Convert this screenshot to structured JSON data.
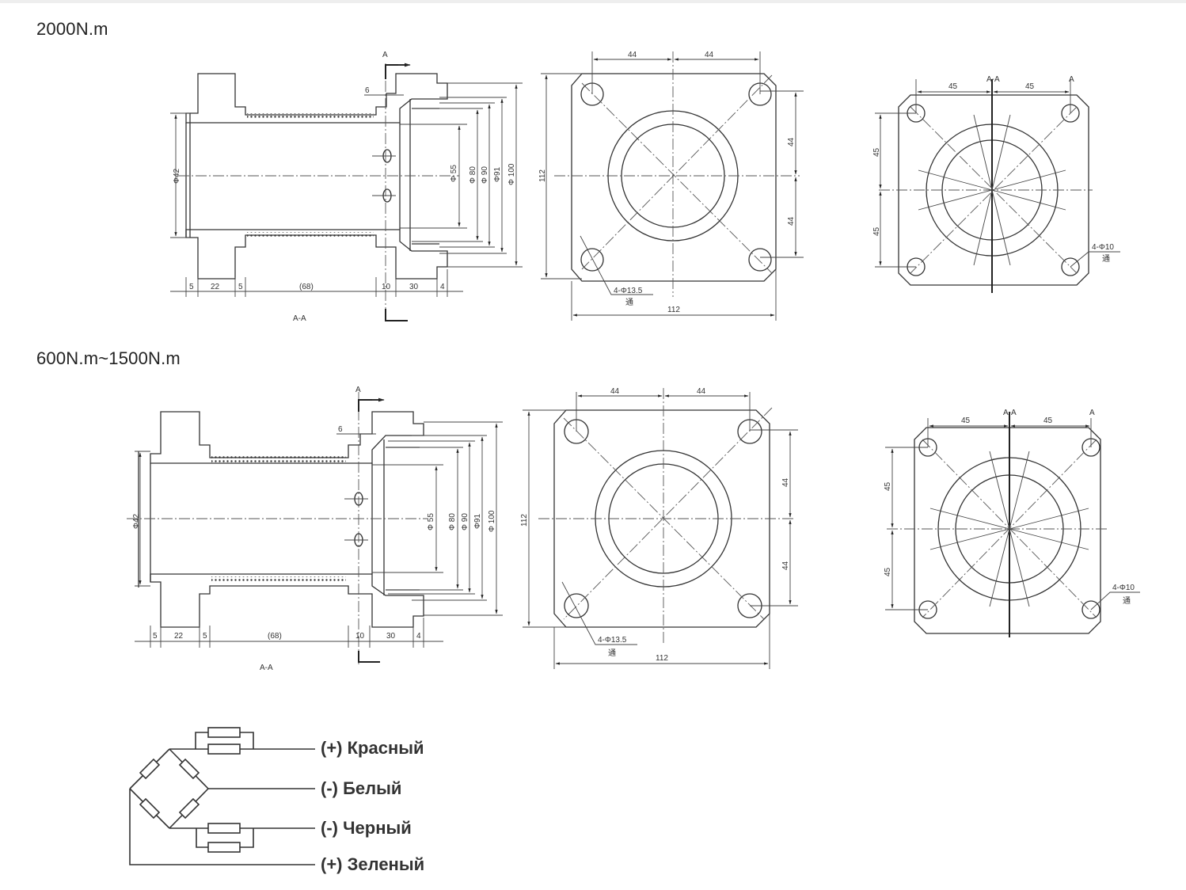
{
  "sections": [
    {
      "title": "2000N.m",
      "side_view": {
        "section_marker": "A",
        "section_label": "A-A",
        "diameters": [
          "Φ42",
          "Φ 55",
          "Φ 80",
          "Φ 90",
          "Φ91",
          "Φ 100"
        ],
        "axial_dims": [
          "5",
          "22",
          "5",
          "(68)",
          "10",
          "30",
          "4"
        ],
        "step_dim": "6"
      },
      "flange_view": {
        "top_dims": [
          "44",
          "44"
        ],
        "right_dims": [
          "44",
          "44"
        ],
        "width": "112",
        "height": "112",
        "hole_callout": "4-Φ13.5",
        "hole_callout_sub": "通"
      },
      "section_view": {
        "label": "A-A",
        "marker": "A",
        "top_dims": [
          "45",
          "45"
        ],
        "left_dims": [
          "45",
          "45"
        ],
        "hole_callout": "4-Φ10",
        "hole_callout_sub": "通"
      }
    },
    {
      "title": "600N.m~1500N.m",
      "side_view": {
        "section_marker": "A",
        "section_label": "A-A",
        "diameters": [
          "Φ42",
          "Φ 55",
          "Φ 80",
          "Φ 90",
          "Φ91",
          "Φ 100"
        ],
        "axial_dims": [
          "5",
          "22",
          "5",
          "(68)",
          "10",
          "30",
          "4"
        ],
        "step_dim": "6"
      },
      "flange_view": {
        "top_dims": [
          "44",
          "44"
        ],
        "right_dims": [
          "44",
          "44"
        ],
        "width": "112",
        "height": "112",
        "hole_callout": "4-Φ13.5",
        "hole_callout_sub": "通"
      },
      "section_view": {
        "label": "A-A",
        "marker": "A",
        "top_dims": [
          "45",
          "45"
        ],
        "left_dims": [
          "45",
          "45"
        ],
        "hole_callout": "4-Φ10",
        "hole_callout_sub": "通"
      }
    }
  ],
  "wiring": {
    "wires": [
      {
        "label": "(+) Красный",
        "color": "#d32f2f"
      },
      {
        "label": "(-) Белый",
        "color": "#ffffff"
      },
      {
        "label": "(-) Черный",
        "color": "#000000"
      },
      {
        "label": "(+) Зеленый",
        "color": "#2e7d32"
      }
    ]
  }
}
